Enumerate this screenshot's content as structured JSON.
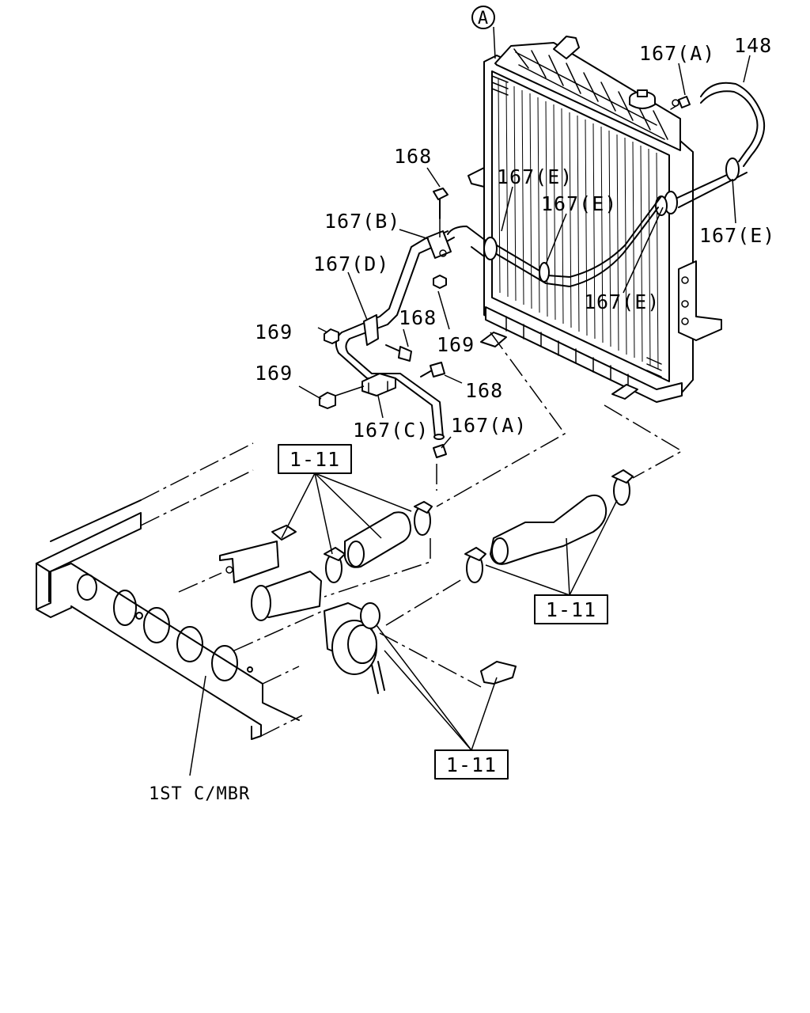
{
  "labels": {
    "ref_circle_a": "A",
    "p148": "148",
    "p167a_top": "167(A)",
    "p167e_1": "167(E)",
    "p167e_2": "167(E)",
    "p167e_3": "167(E)",
    "p167e_4": "167(E)",
    "p168_top": "168",
    "p167b": "167(B)",
    "p167d": "167(D)",
    "p169_1": "169",
    "p168_mid": "168",
    "p169_2": "169",
    "p169_3": "169",
    "p168_low": "168",
    "p167c": "167(C)",
    "p167a_low": "167(A)",
    "ref_box_1": "1-11",
    "ref_box_2": "1-11",
    "ref_box_3": "1-11",
    "frame_label": "1ST C/MBR"
  }
}
